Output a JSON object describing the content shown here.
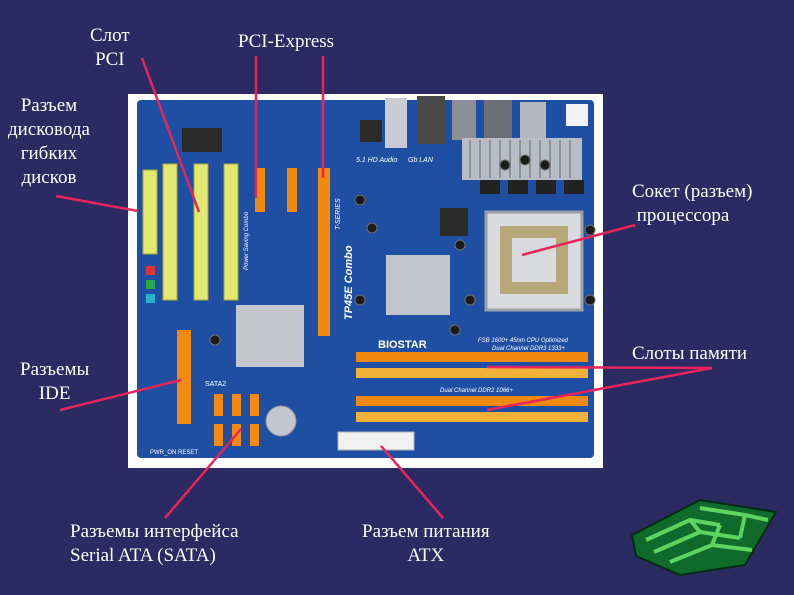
{
  "slide": {
    "labels": {
      "pci": "Слот\nPCI",
      "pci_express": "PCI-Express",
      "floppy": "Разъем\nдисковода\nгибких\nдисков",
      "cpu_socket": "Сокет (разъем)\n процессора",
      "ide": "Разъемы\nIDE",
      "memory": "Слоты памяти",
      "sata": "Разъемы интерфейса\nSerial ATA (SATA)",
      "atx": "Разъем питания\nATX"
    },
    "board_print": {
      "brand": "BIOSTAR",
      "model": "TP45E Combo",
      "series": "T-SERIES",
      "audio": "5.1 HD Audio",
      "lan": "Gb LAN",
      "fsb": "FSB 1600+ 45nm CPU Optimized",
      "ddr3": "Dual Channel DDR3 1333+",
      "ddr2": "Dual Channel DDR2 1066+",
      "sata2": "SATA2",
      "power_reset": "PWR_ON RESET",
      "tech": "Power Saving Combo"
    },
    "colors": {
      "background": "#2b2a63",
      "board": "#1f4fa3",
      "pointer": "#e8245a",
      "pci_slot": "#e3e870",
      "orange_slot": "#f28a12"
    }
  }
}
